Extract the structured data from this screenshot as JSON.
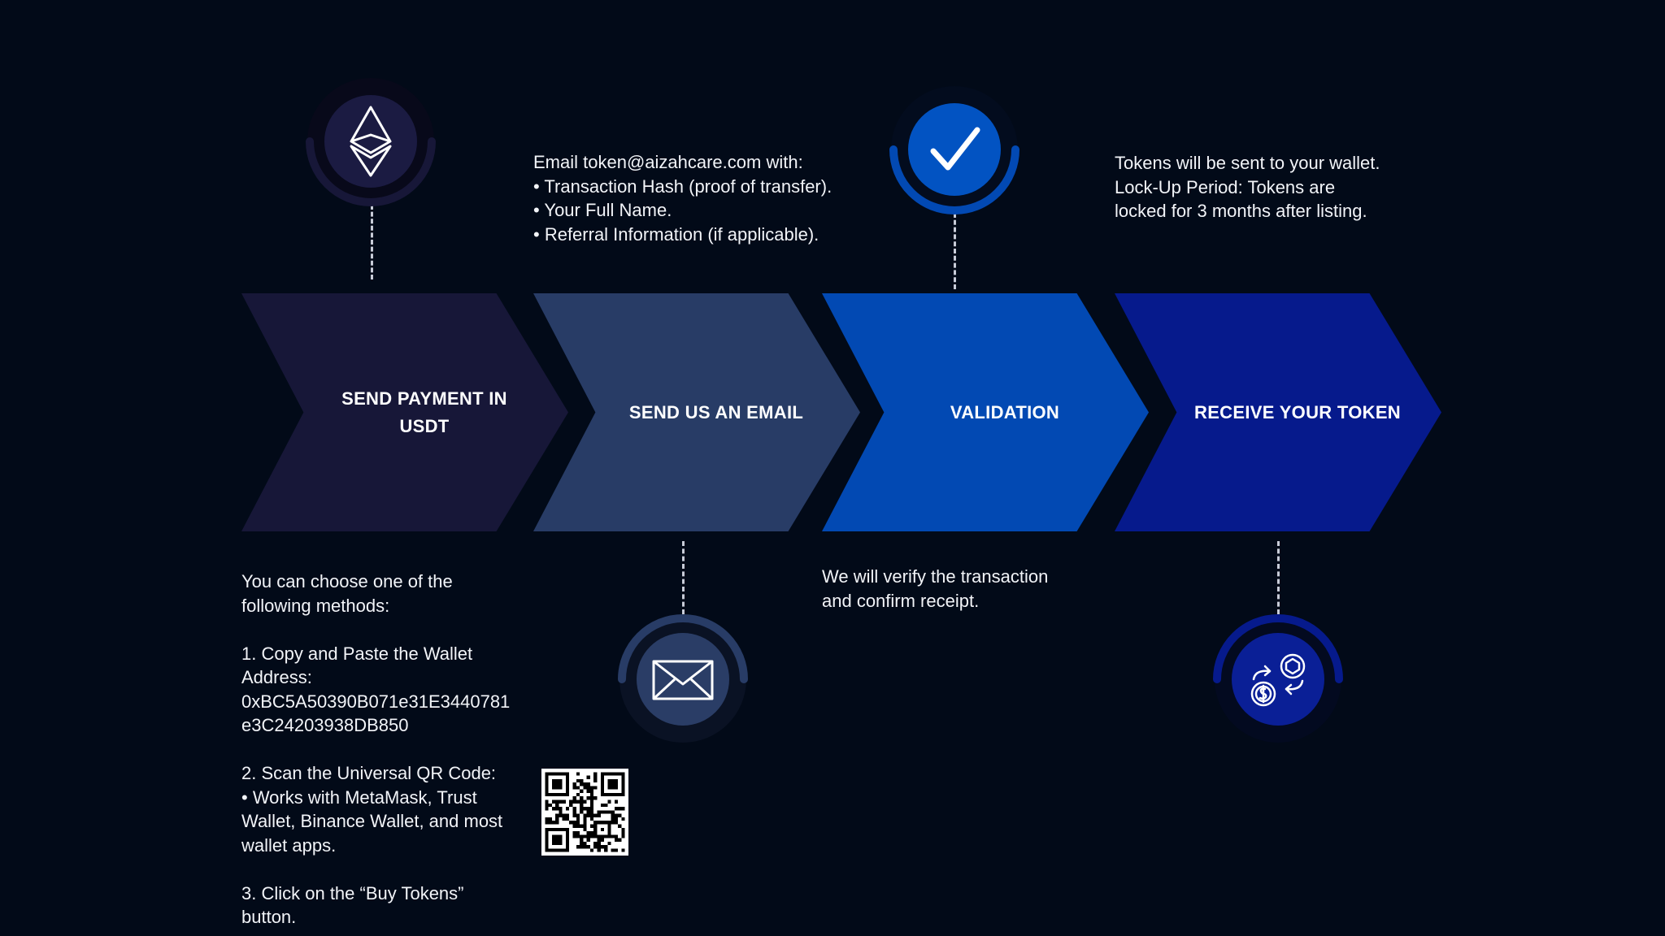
{
  "steps": [
    {
      "label": "SEND PAYMENT IN USDT",
      "icon": "ethereum-icon",
      "color": "#171738"
    },
    {
      "label": "SEND US AN EMAIL",
      "icon": "envelope-icon",
      "color": "#283c66"
    },
    {
      "label": "VALIDATION",
      "icon": "checkmark-icon",
      "color": "#0249b3"
    },
    {
      "label": "RECEIVE YOUR TOKEN",
      "icon": "token-exchange-icon",
      "color": "#061a8c"
    }
  ],
  "payment_text": "You can choose one of the\nfollowing methods:\n\n1. Copy and Paste the Wallet\nAddress:\n0xBC5A50390B071e31E3440781\ne3C24203938DB850\n\n2. Scan the Universal QR Code:\n• Works with MetaMask, Trust\nWallet, Binance Wallet, and most\nwallet apps.\n\n3. Click on the “Buy Tokens”\nbutton.",
  "email_text": "Email token@aizahcare.com with:\n • Transaction Hash (proof of transfer).\n • Your Full Name.\n • Referral Information (if applicable).",
  "validation_text": "We will verify the transaction\nand confirm receipt.",
  "receive_text": "Tokens will be sent to your wallet.\nLock-Up Period: Tokens are\nlocked for 3 months after listing."
}
